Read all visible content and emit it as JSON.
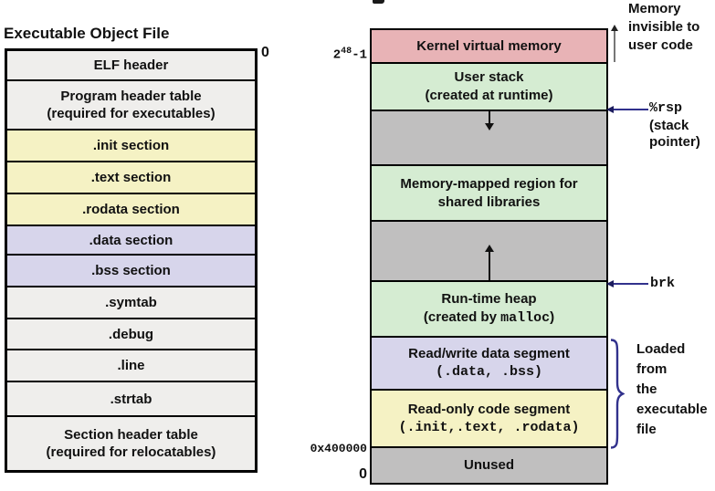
{
  "palette": {
    "pink": "#e8b3b6",
    "green": "#d5ecd2",
    "gray": "#c0bfbf",
    "lavender": "#d7d5eb",
    "yellow": "#f5f2c4",
    "light_gray": "#efeeec",
    "border_black": "#000000",
    "arrow_navy": "#31318c"
  },
  "elf_file": {
    "title": "Executable Object File",
    "top_offset_label": "0",
    "rows": [
      {
        "label": "ELF header"
      },
      {
        "label": "Program header table",
        "sublabel": "(required for executables)"
      },
      {
        "label": ".init section"
      },
      {
        "label": ".text section"
      },
      {
        "label": ".rodata section"
      },
      {
        "label": ".data section"
      },
      {
        "label": ".bss section"
      },
      {
        "label": ".symtab"
      },
      {
        "label": ".debug"
      },
      {
        "label": ".line"
      },
      {
        "label": ".strtab"
      },
      {
        "label": "Section header table",
        "sublabel": "(required for relocatables)"
      }
    ]
  },
  "memory": {
    "addr_top": {
      "base": "2",
      "exp": "48",
      "rest": "-1"
    },
    "addr_code": "0x400000",
    "addr_zero": "0",
    "blocks": [
      {
        "line1": "Kernel virtual memory"
      },
      {
        "line1": "User stack",
        "line2": "(created at runtime)"
      },
      {
        "line1": "Memory-mapped region for",
        "line2": "shared libraries"
      },
      {
        "line1": "Run-time heap",
        "line2_pre": "(created by ",
        "line2_mono": "malloc",
        "line2_post": ")"
      },
      {
        "line1": "Read/write data segment",
        "line2_mono": "(.data, .bss)"
      },
      {
        "line1": "Read-only code segment",
        "line2_mono": "(.init,.text, .rodata)"
      },
      {
        "line1": "Unused"
      }
    ],
    "annotations": {
      "invisible_l1": "Memory",
      "invisible_l2": "invisible to",
      "invisible_l3": "user code",
      "rsp": "%rsp",
      "rsp_l2": "(stack",
      "rsp_l3": "pointer)",
      "brk": "brk",
      "loaded_l1": "Loaded",
      "loaded_l2": "from",
      "loaded_l3": "the",
      "loaded_l4": "executable",
      "loaded_l5": "file"
    }
  }
}
